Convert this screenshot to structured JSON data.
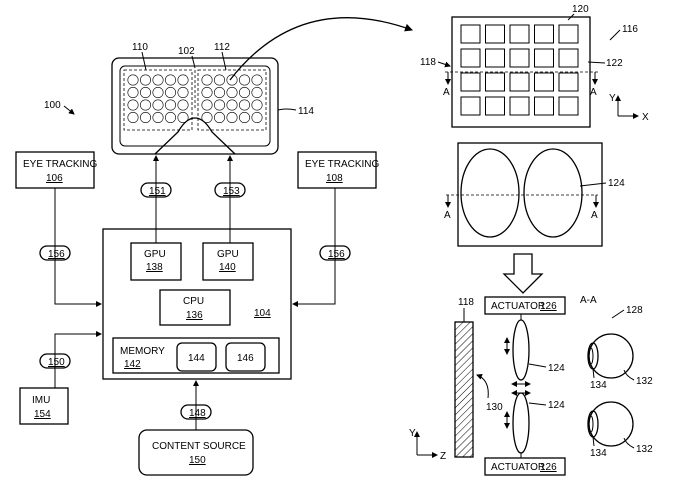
{
  "diagram": {
    "ref_system": "100",
    "display": {
      "left_ref": "110",
      "center_ref": "102",
      "right_ref": "112",
      "housing_ref": "114"
    },
    "eye_tracking_left": {
      "label": "EYE TRACKING",
      "ref": "106"
    },
    "eye_tracking_right": {
      "label": "EYE TRACKING",
      "ref": "108"
    },
    "links": {
      "l151": "151",
      "l153": "153",
      "l156a": "156",
      "l156b": "156",
      "l150": "150",
      "l148": "148"
    },
    "processor": {
      "ref": "104",
      "gpu_left": {
        "label": "GPU",
        "ref": "138"
      },
      "gpu_right": {
        "label": "GPU",
        "ref": "140"
      },
      "cpu": {
        "label": "CPU",
        "ref": "136"
      },
      "memory": {
        "label": "MEMORY",
        "ref": "142",
        "sub1": "144",
        "sub2": "146"
      }
    },
    "imu": {
      "label": "IMU",
      "ref": "154"
    },
    "content_source": {
      "label": "CONTENT SOURCE",
      "ref": "150"
    },
    "lens_array": {
      "ref_panel": "120",
      "ref_fig": "116",
      "ref_edge": "118",
      "ref_row": "122",
      "section": "A",
      "axis_y": "Y",
      "axis_x": "X"
    },
    "lenses": {
      "ref": "124",
      "section": "A"
    },
    "side_view": {
      "actuator_top": {
        "label": "ACTUATOR",
        "ref": "126"
      },
      "actuator_bottom": {
        "label": "ACTUATOR",
        "ref": "126"
      },
      "section_label": "A-A",
      "ref_view": "128",
      "ref_panel": "118",
      "ref_lens_top": "124",
      "ref_lens_bottom": "124",
      "ref_gap": "130",
      "ref_eye_top_pupil": "134",
      "ref_eye_top": "132",
      "ref_eye_bottom_pupil": "134",
      "ref_eye_bottom": "132",
      "axis_y": "Y",
      "axis_z": "Z"
    }
  }
}
